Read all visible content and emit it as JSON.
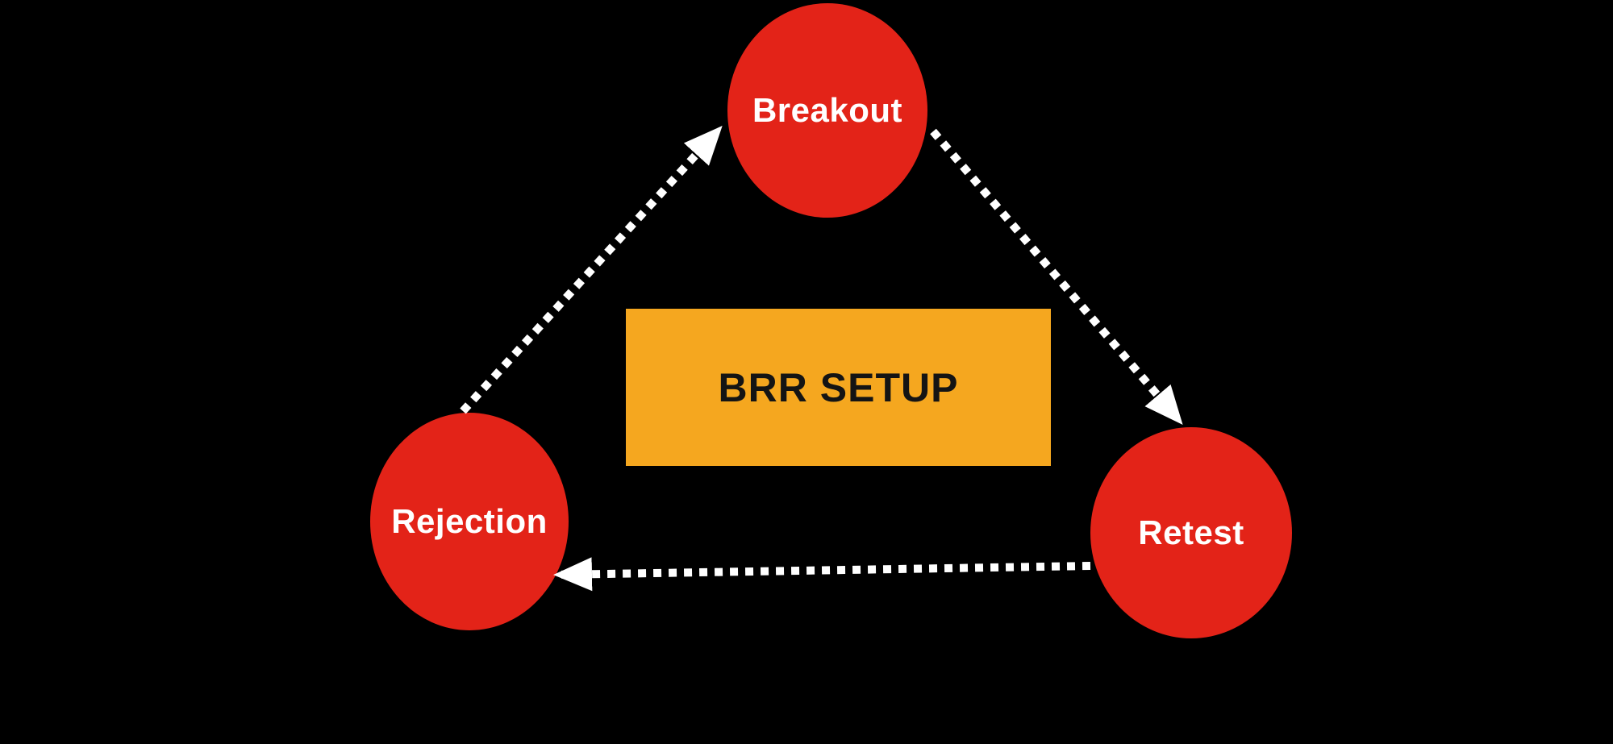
{
  "diagram": {
    "title": "BRR SETUP",
    "nodes": [
      {
        "id": "breakout",
        "label": "Breakout"
      },
      {
        "id": "rejection",
        "label": "Rejection"
      },
      {
        "id": "retest",
        "label": "Retest"
      }
    ],
    "edges": [
      {
        "from": "Rejection",
        "to": "Breakout",
        "style": "dotted-arrow"
      },
      {
        "from": "Breakout",
        "to": "Retest",
        "style": "dotted-arrow"
      },
      {
        "from": "Retest",
        "to": "Rejection",
        "style": "dotted-arrow"
      }
    ],
    "colors": {
      "background": "#000000",
      "node_fill": "#e32318",
      "node_text": "#ffffff",
      "title_fill": "#f5a71f",
      "title_text": "#141414",
      "arrow": "#ffffff"
    }
  }
}
